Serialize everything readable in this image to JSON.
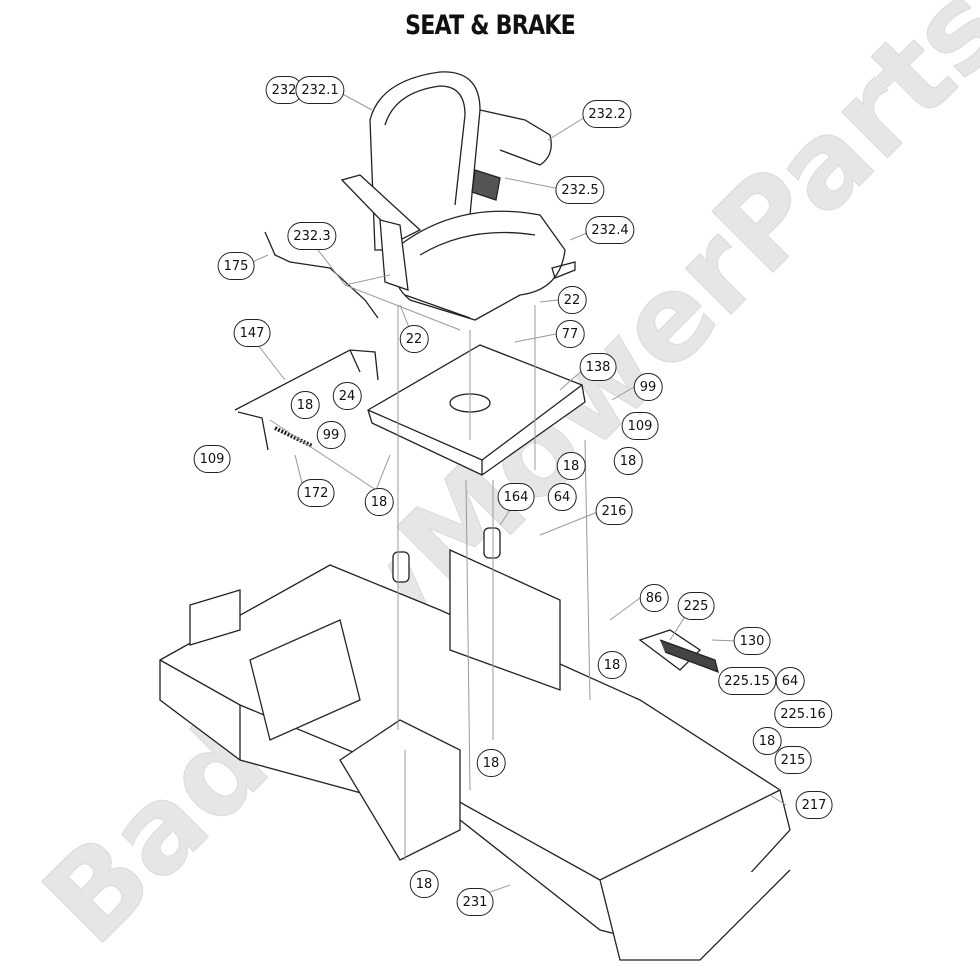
{
  "title": "SEAT & BRAKE",
  "watermark": "BadBoyMowerParts.com",
  "callouts": [
    "232",
    "232.1",
    "232.2",
    "232.5",
    "232.4",
    "232.3",
    "175",
    "22",
    "22",
    "77",
    "147",
    "138",
    "99",
    "24",
    "18",
    "109",
    "99",
    "109",
    "18",
    "18",
    "172",
    "18",
    "164",
    "64",
    "216",
    "86",
    "225",
    "130",
    "18",
    "225.15",
    "64",
    "225.16",
    "18",
    "215",
    "18",
    "217",
    "18",
    "231"
  ]
}
